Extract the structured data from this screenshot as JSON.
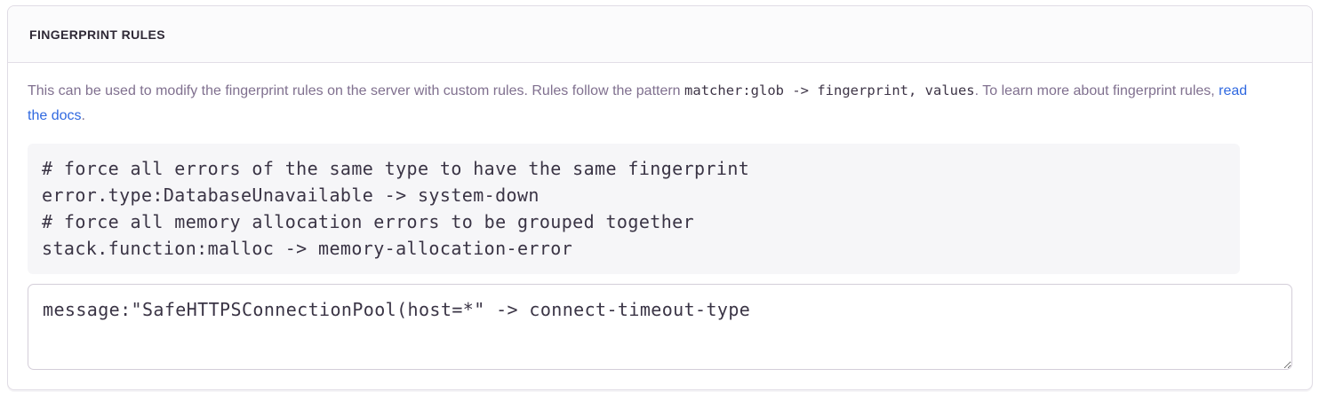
{
  "panel": {
    "title": "FINGERPRINT RULES"
  },
  "description": {
    "text_before": "This can be used to modify the fingerprint rules on the server with custom rules. Rules follow the pattern ",
    "inline_code": "matcher:glob -> fingerprint, values",
    "text_middle": ". To learn more about fingerprint rules, ",
    "link_label": "read the docs",
    "text_after": "."
  },
  "example": {
    "lines": [
      "# force all errors of the same type to have the same fingerprint",
      "error.type:DatabaseUnavailable -> system-down",
      "# force all memory allocation errors to be grouped together",
      "stack.function:malloc -> memory-allocation-error"
    ]
  },
  "editor": {
    "value": "message:\"SafeHTTPSConnectionPool(host=*\" -> connect-timeout-type"
  },
  "colors": {
    "heading_text": "#2f2936",
    "body_text": "#80708f",
    "link": "#3069e0",
    "panel_border": "#e0dce5",
    "header_bg": "#fbfbfc",
    "code_block_bg": "#f6f6f8",
    "input_border": "#d4ced9"
  }
}
